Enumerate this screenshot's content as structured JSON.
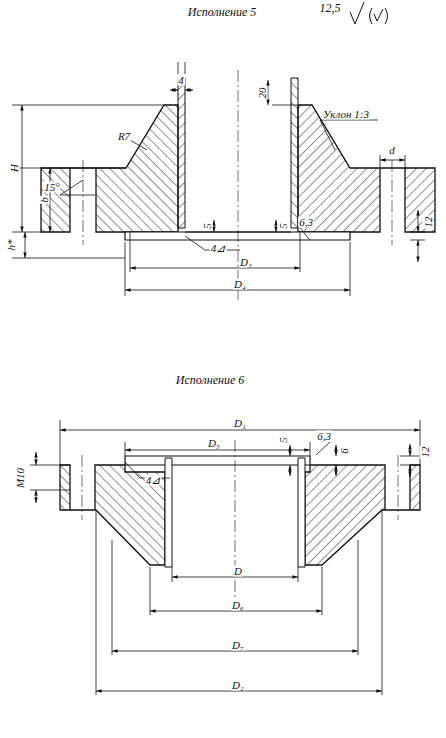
{
  "diagram": {
    "labels": [
      "Исполнение 5",
      "12,5",
      "Исполнение 6",
      "4",
      "20",
      "Уклон 1:3",
      "d",
      "R7",
      "H",
      "15°",
      "b",
      "h*",
      "5",
      "5",
      "12",
      "6,3",
      "4⊿",
      "D₃",
      "D₄",
      "D₁",
      "D₅",
      "M10",
      "4⊿",
      "5",
      "6,3",
      "6",
      "12",
      "D",
      "D₆",
      "D₇",
      "D₂"
    ]
  }
}
